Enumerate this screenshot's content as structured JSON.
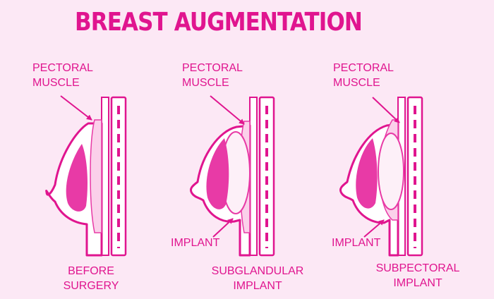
{
  "title": "BREAST AUGMENTATION",
  "colors": {
    "background": "#fce8f5",
    "brand_pink": "#e0158f",
    "muscle_pink": "#e83aa6",
    "tissue_pink": "#fbd0ea",
    "implant_fill": "#fdf0f8"
  },
  "panels": [
    {
      "muscle_label": "PECTORAL\nMUSCLE",
      "caption": "BEFORE\nSURGERY"
    },
    {
      "muscle_label": "PECTORAL\nMUSCLE",
      "implant_label": "IMPLANT",
      "caption": "SUBGLANDULAR\nIMPLANT"
    },
    {
      "muscle_label": "PECTORAL\nMUSCLE",
      "implant_label": "IMPLANT",
      "caption": "SUBPECTORAL\nIMPLANT"
    }
  ]
}
